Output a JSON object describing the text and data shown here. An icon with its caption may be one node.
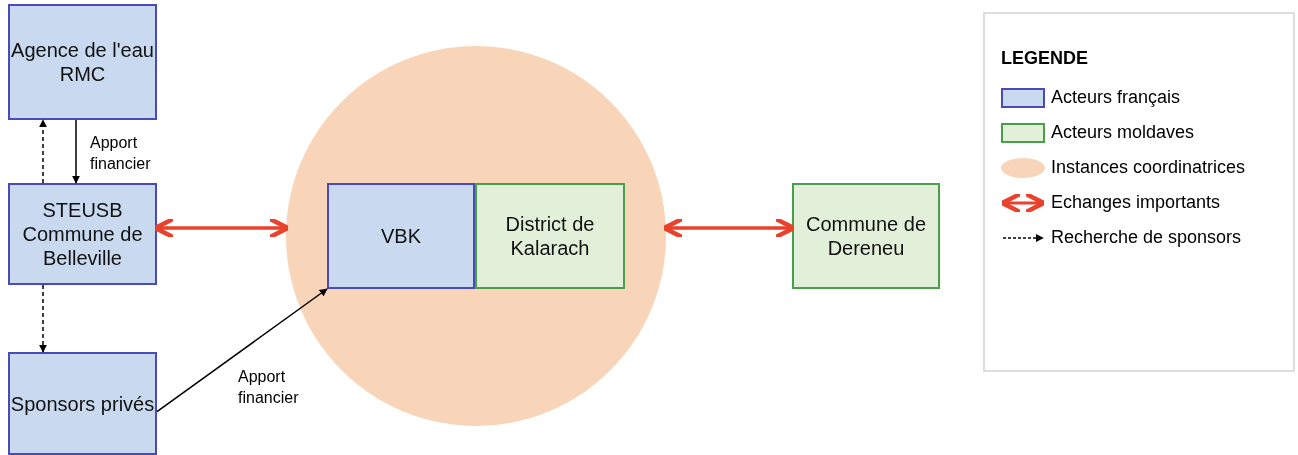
{
  "diagram": {
    "nodes": [
      {
        "text": [
          "Agence de l'eau RMC"
        ]
      },
      {
        "text": [
          "STEUSB Commune de Belleville"
        ]
      },
      {
        "text": [
          "Sponsors privés"
        ]
      },
      {
        "text": [],
        "shape": "circle"
      },
      {
        "text": [
          "VBK"
        ],
        "in": 3
      },
      {
        "text": [
          "District de Kalarach"
        ],
        "in": 3
      },
      {
        "text": [
          "Commune de Dereneu"
        ]
      }
    ],
    "edges": [
      {
        "from": 1,
        "to": 0,
        "arrow": "to",
        "style": "dashed"
      },
      {
        "from": 0,
        "to": 1,
        "arrow": "to",
        "label": "Apport financier"
      },
      {
        "from": 1,
        "to": 2,
        "arrow": "to",
        "style": "dashed"
      },
      {
        "from": 1,
        "to": 3,
        "arrow": "both",
        "style": "thick",
        "color": "#e8412c"
      },
      {
        "from": 2,
        "to": 4,
        "arrow": "to",
        "label": "Apport financier"
      },
      {
        "from": 3,
        "to": 6,
        "arrow": "both",
        "style": "thick",
        "color": "#e8412c"
      }
    ],
    "labels": [
      "LEGENDE"
    ],
    "legend": [
      {
        "text": "Acteurs français",
        "color": "#c9daf0"
      },
      {
        "text": "Acteurs moldaves",
        "color": "#e2f0d9"
      },
      {
        "text": "Instances coordinatrices",
        "color": "#f8d5b8"
      },
      {
        "text": "Echanges importants"
      },
      {
        "text": "Recherche de sponsors"
      }
    ]
  }
}
